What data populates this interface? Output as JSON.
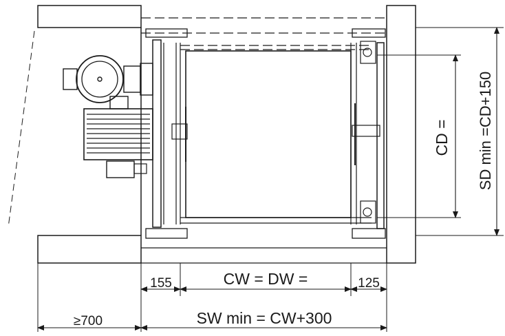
{
  "labels": {
    "car_depth": "CD =",
    "shaft_depth_min": "SD min =CD+150",
    "left_clearance": "155",
    "car_door_width": "CW = DW =",
    "right_clearance": "125",
    "machine_side_min": "≥700",
    "shaft_width_min": "SW min = CW+300"
  }
}
